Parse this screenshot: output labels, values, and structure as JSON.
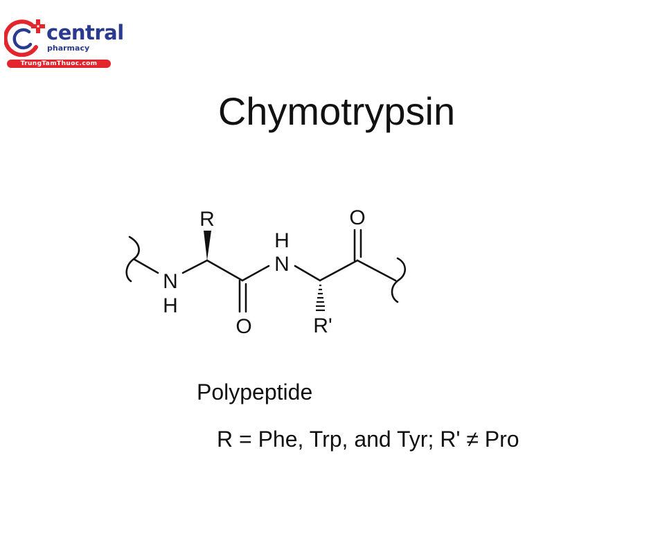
{
  "logo": {
    "brand": "central",
    "subtitle": "pharmacy",
    "banner": "TrungTamThuoc.com",
    "colors": {
      "red": "#e3262e",
      "navy": "#2a3a8e"
    }
  },
  "diagram": {
    "title": "Chymotrypsin",
    "atoms": {
      "r": "R",
      "n1": "N",
      "h1": "H",
      "n2": "N",
      "h2": "H",
      "o1": "O",
      "o2": "O",
      "r_prime": "R'"
    },
    "caption": "Polypeptide",
    "rule": "R = Phe, Trp, and Tyr; R' ≠ Pro"
  }
}
